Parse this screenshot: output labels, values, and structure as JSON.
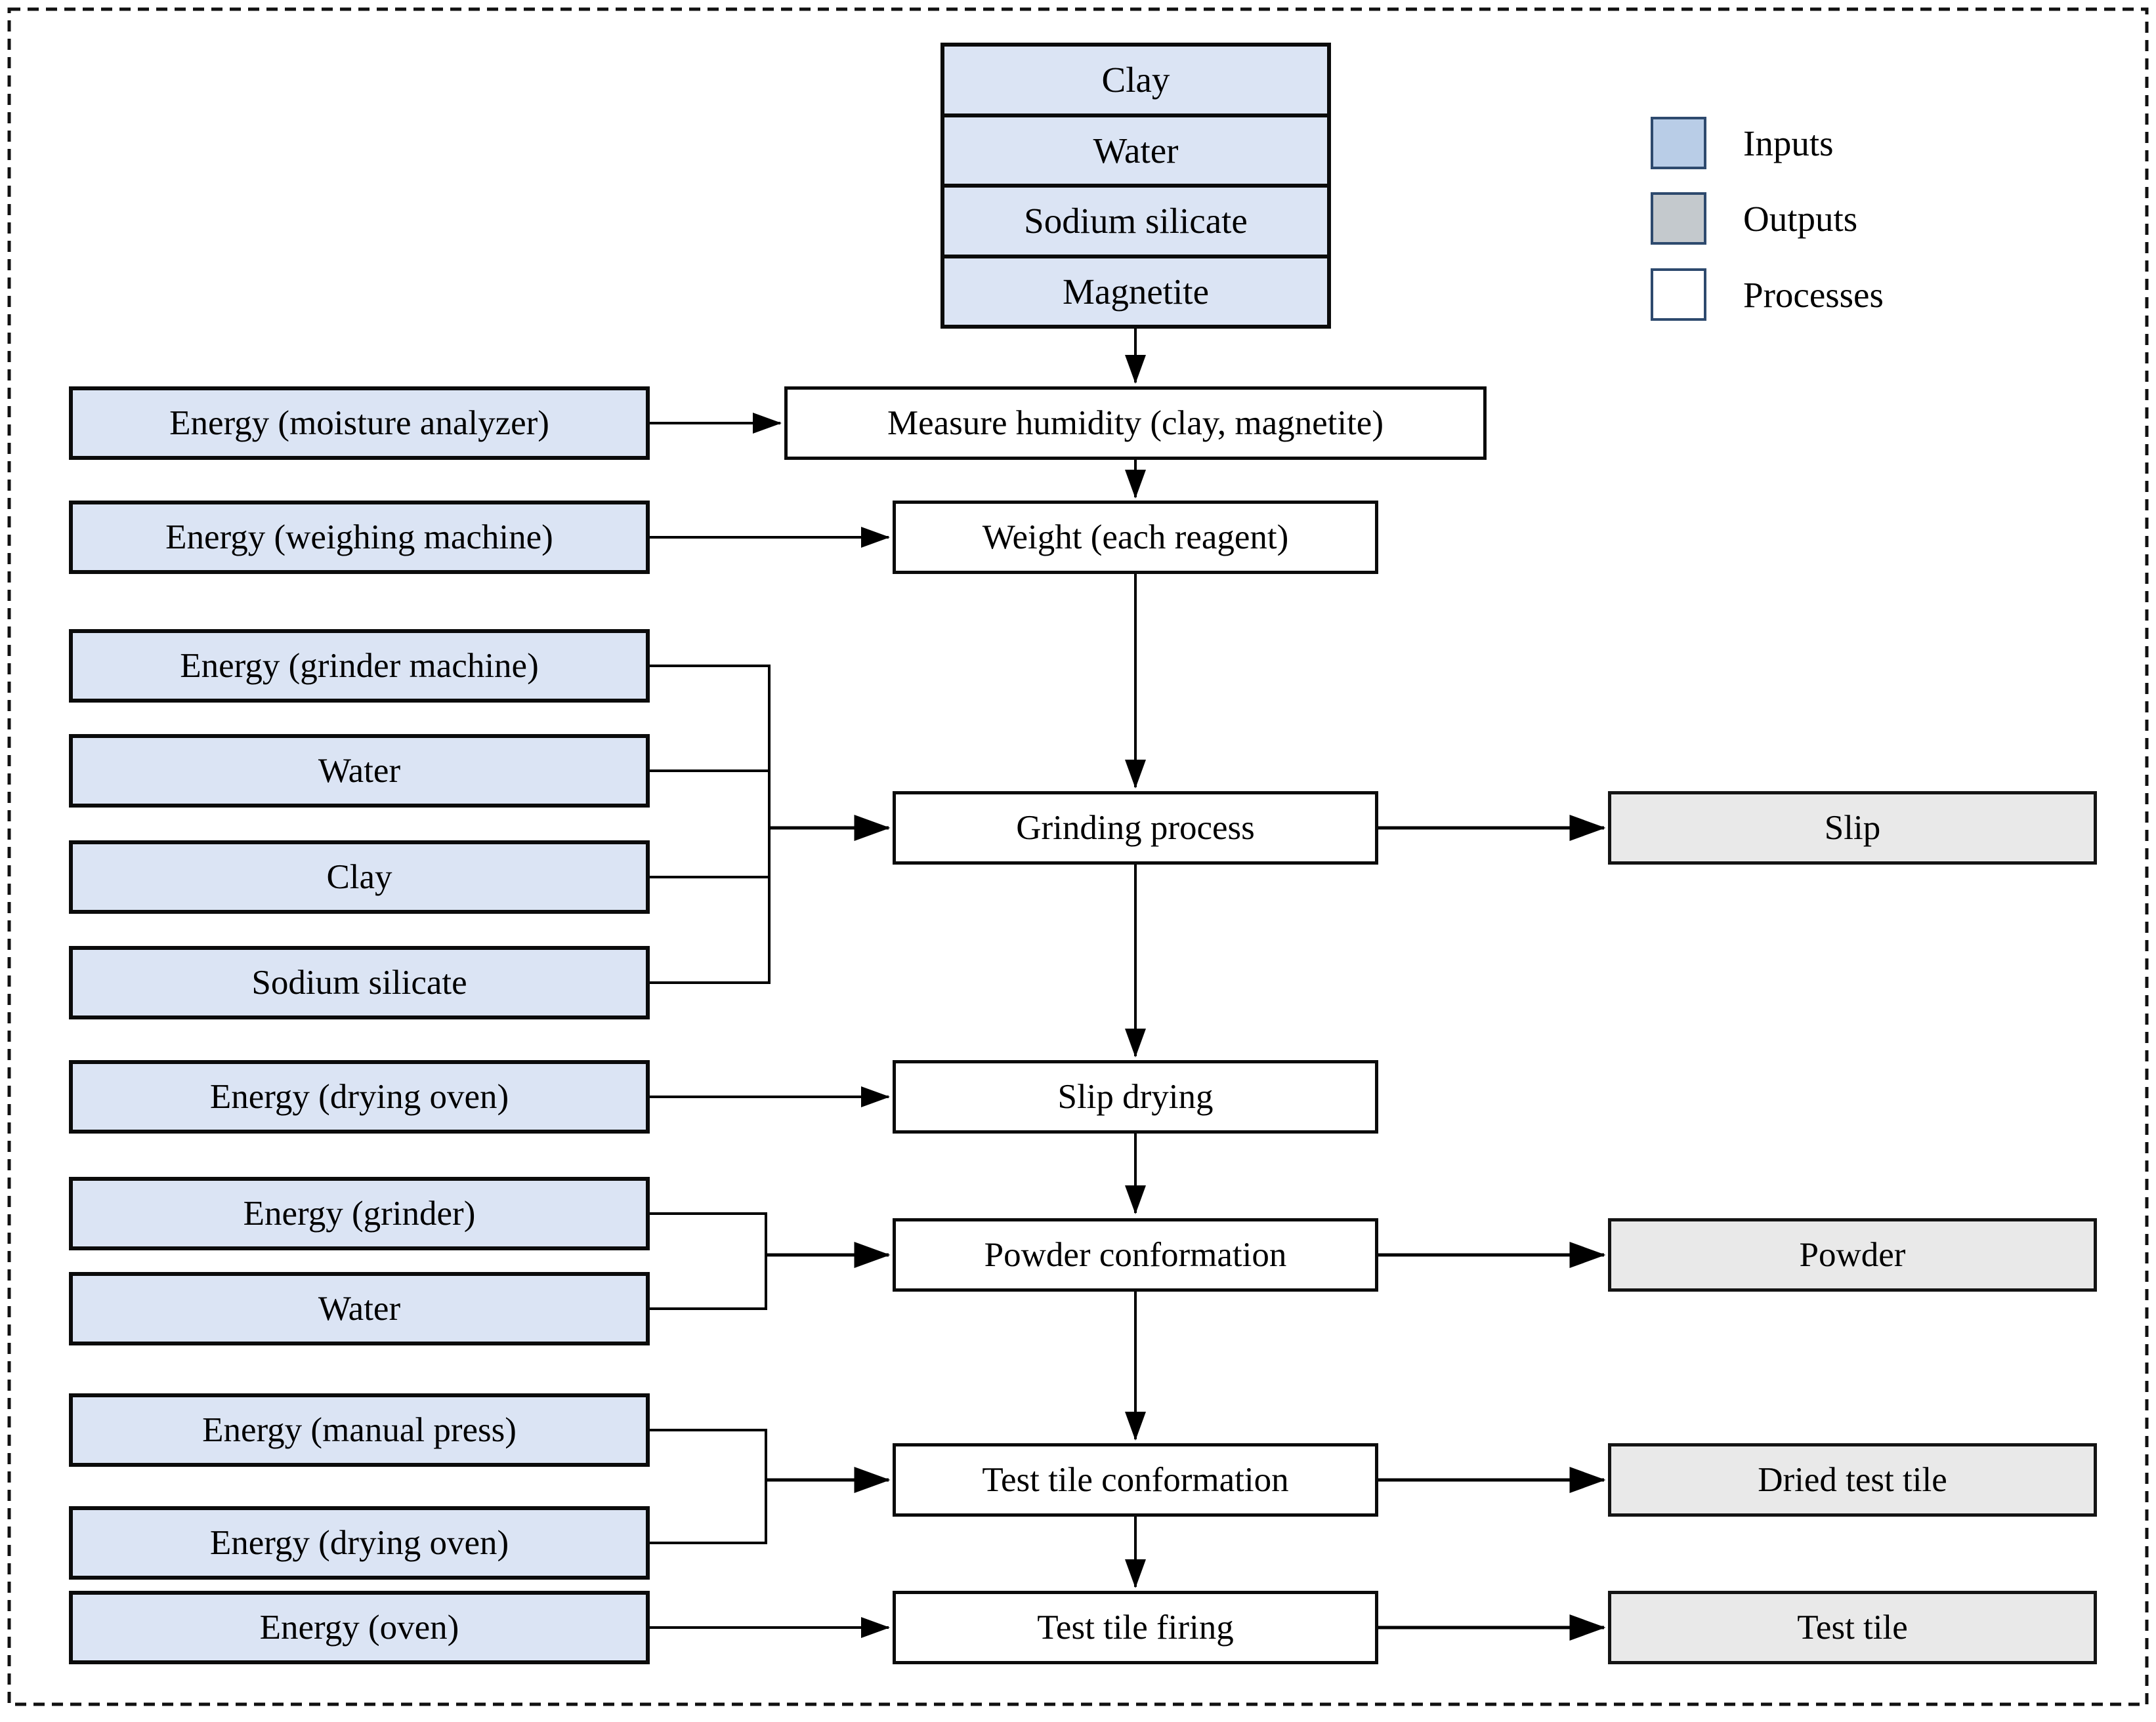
{
  "diagram_type": "input-output-process flowchart",
  "colors": {
    "input_fill": "#dbe4f4",
    "output_fill": "#e9e9e9",
    "process_fill": "#ffffff",
    "legend_input_fill": "#b9cde7",
    "legend_output_fill": "#c4c9cd",
    "legend_process_fill": "#ffffff",
    "line_color": "#000000"
  },
  "materials_stack": {
    "items": [
      "Clay",
      "Water",
      "Sodium silicate",
      "Magnetite"
    ]
  },
  "legend": {
    "items": [
      {
        "label": "Inputs"
      },
      {
        "label": "Outputs"
      },
      {
        "label": "Processes"
      }
    ]
  },
  "inputs": {
    "moisture_analyzer": "Energy (moisture analyzer)",
    "weighing_machine": "Energy (weighing machine)",
    "grinder_machine": "Energy (grinder machine)",
    "water_grinding": "Water",
    "clay_grinding": "Clay",
    "sodium_silicate_grinding": "Sodium silicate",
    "drying_oven_slip": "Energy (drying oven)",
    "grinder": "Energy (grinder)",
    "water_powder": "Water",
    "manual_press": "Energy (manual press)",
    "drying_oven_tile": "Energy (drying oven)",
    "oven": "Energy (oven)"
  },
  "processes": {
    "measure_humidity": "Measure humidity (clay, magnetite)",
    "weight": "Weight (each reagent)",
    "grinding": "Grinding process",
    "slip_drying": "Slip drying",
    "powder_conformation": "Powder conformation",
    "test_tile_conformation": "Test tile conformation",
    "test_tile_firing": "Test tile firing"
  },
  "outputs": {
    "slip": "Slip",
    "powder": "Powder",
    "dried_test_tile": "Dried test tile",
    "test_tile": "Test tile"
  }
}
